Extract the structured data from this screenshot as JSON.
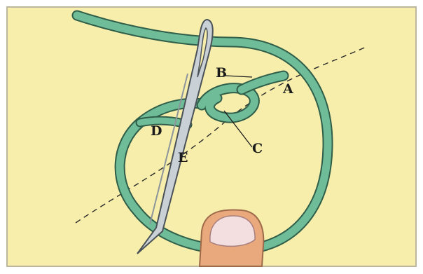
{
  "diagram": {
    "colors": {
      "background": "#f8eeab",
      "thread": "#6fbc98",
      "thread_outline": "#2f5e49",
      "needle": "#c9d1d6",
      "skin": "#e9a97c",
      "nail": "#f3dfdf",
      "guide_line": "#2a2a2a"
    },
    "labels": {
      "a": "A",
      "b": "B",
      "c": "C",
      "d": "D",
      "e": "E"
    },
    "icons": [
      "needle-icon",
      "thread-icon",
      "thumb-icon"
    ]
  }
}
